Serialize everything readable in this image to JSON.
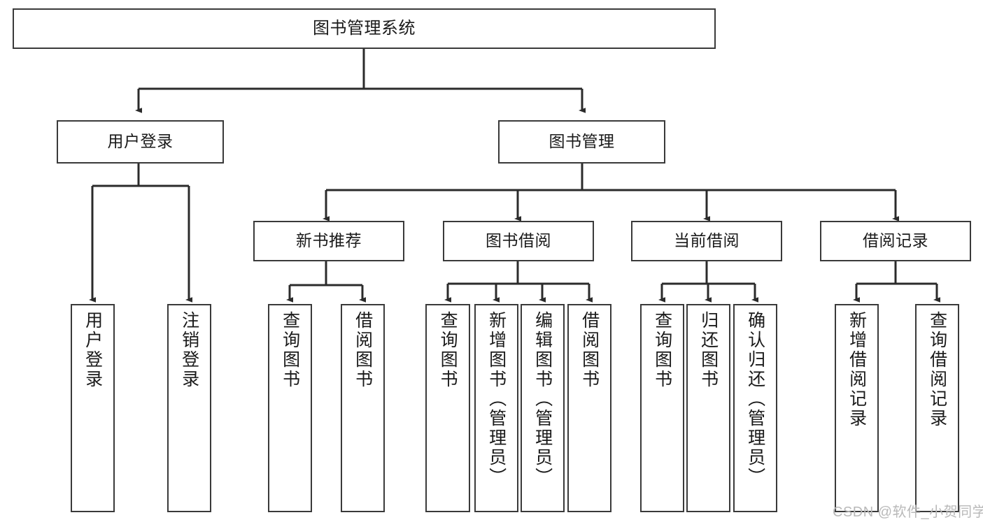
{
  "diagram": {
    "type": "hierarchy-tree",
    "title": "图书管理系统",
    "watermark": "CSDN @软件_小贺同学",
    "colors": {
      "box_border": "#3a3a3a",
      "box_fill": "#ffffff",
      "connector": "#2b2b2b",
      "text": "#1a1a1a",
      "watermark": "#b9b9b9"
    },
    "levels": {
      "root": "图书管理系统",
      "level2": [
        "用户登录",
        "图书管理"
      ],
      "level3": [
        "新书推荐",
        "图书借阅",
        "当前借阅",
        "借阅记录"
      ]
    },
    "nodes": {
      "root": {
        "label": "图书管理系统"
      },
      "user_login": {
        "label": "用户登录"
      },
      "book_manage": {
        "label": "图书管理"
      },
      "new_book_rec": {
        "label": "新书推荐"
      },
      "book_borrow": {
        "label": "图书借阅"
      },
      "current_borrow": {
        "label": "当前借阅"
      },
      "borrow_record": {
        "label": "借阅记录"
      },
      "leaf_user_login": {
        "label": "用户登录"
      },
      "leaf_user_logout": {
        "label": "注销登录"
      },
      "leaf_query_book_1": {
        "label": "查询图书"
      },
      "leaf_borrow_book_1": {
        "label": "借阅图书"
      },
      "leaf_query_book_2": {
        "label": "查询图书"
      },
      "leaf_add_book": {
        "label": "新增图书（管理员）"
      },
      "leaf_edit_book": {
        "label": "编辑图书（管理员）"
      },
      "leaf_borrow_book_2": {
        "label": "借阅图书"
      },
      "leaf_query_book_3": {
        "label": "查询图书"
      },
      "leaf_return_book": {
        "label": "归还图书"
      },
      "leaf_confirm_return": {
        "label": "确认归还（管理员）"
      },
      "leaf_add_record": {
        "label": "新增借阅记录"
      },
      "leaf_query_record": {
        "label": "查询借阅记录"
      }
    },
    "edges": [
      {
        "from": "root",
        "to": "user_login"
      },
      {
        "from": "root",
        "to": "book_manage"
      },
      {
        "from": "user_login",
        "to": "leaf_user_login"
      },
      {
        "from": "user_login",
        "to": "leaf_user_logout"
      },
      {
        "from": "book_manage",
        "to": "new_book_rec"
      },
      {
        "from": "book_manage",
        "to": "book_borrow"
      },
      {
        "from": "book_manage",
        "to": "current_borrow"
      },
      {
        "from": "book_manage",
        "to": "borrow_record"
      },
      {
        "from": "new_book_rec",
        "to": "leaf_query_book_1"
      },
      {
        "from": "new_book_rec",
        "to": "leaf_borrow_book_1"
      },
      {
        "from": "book_borrow",
        "to": "leaf_query_book_2"
      },
      {
        "from": "book_borrow",
        "to": "leaf_add_book"
      },
      {
        "from": "book_borrow",
        "to": "leaf_edit_book"
      },
      {
        "from": "book_borrow",
        "to": "leaf_borrow_book_2"
      },
      {
        "from": "current_borrow",
        "to": "leaf_query_book_3"
      },
      {
        "from": "current_borrow",
        "to": "leaf_return_book"
      },
      {
        "from": "current_borrow",
        "to": "leaf_confirm_return"
      },
      {
        "from": "borrow_record",
        "to": "leaf_add_record"
      },
      {
        "from": "borrow_record",
        "to": "leaf_query_record"
      }
    ]
  }
}
